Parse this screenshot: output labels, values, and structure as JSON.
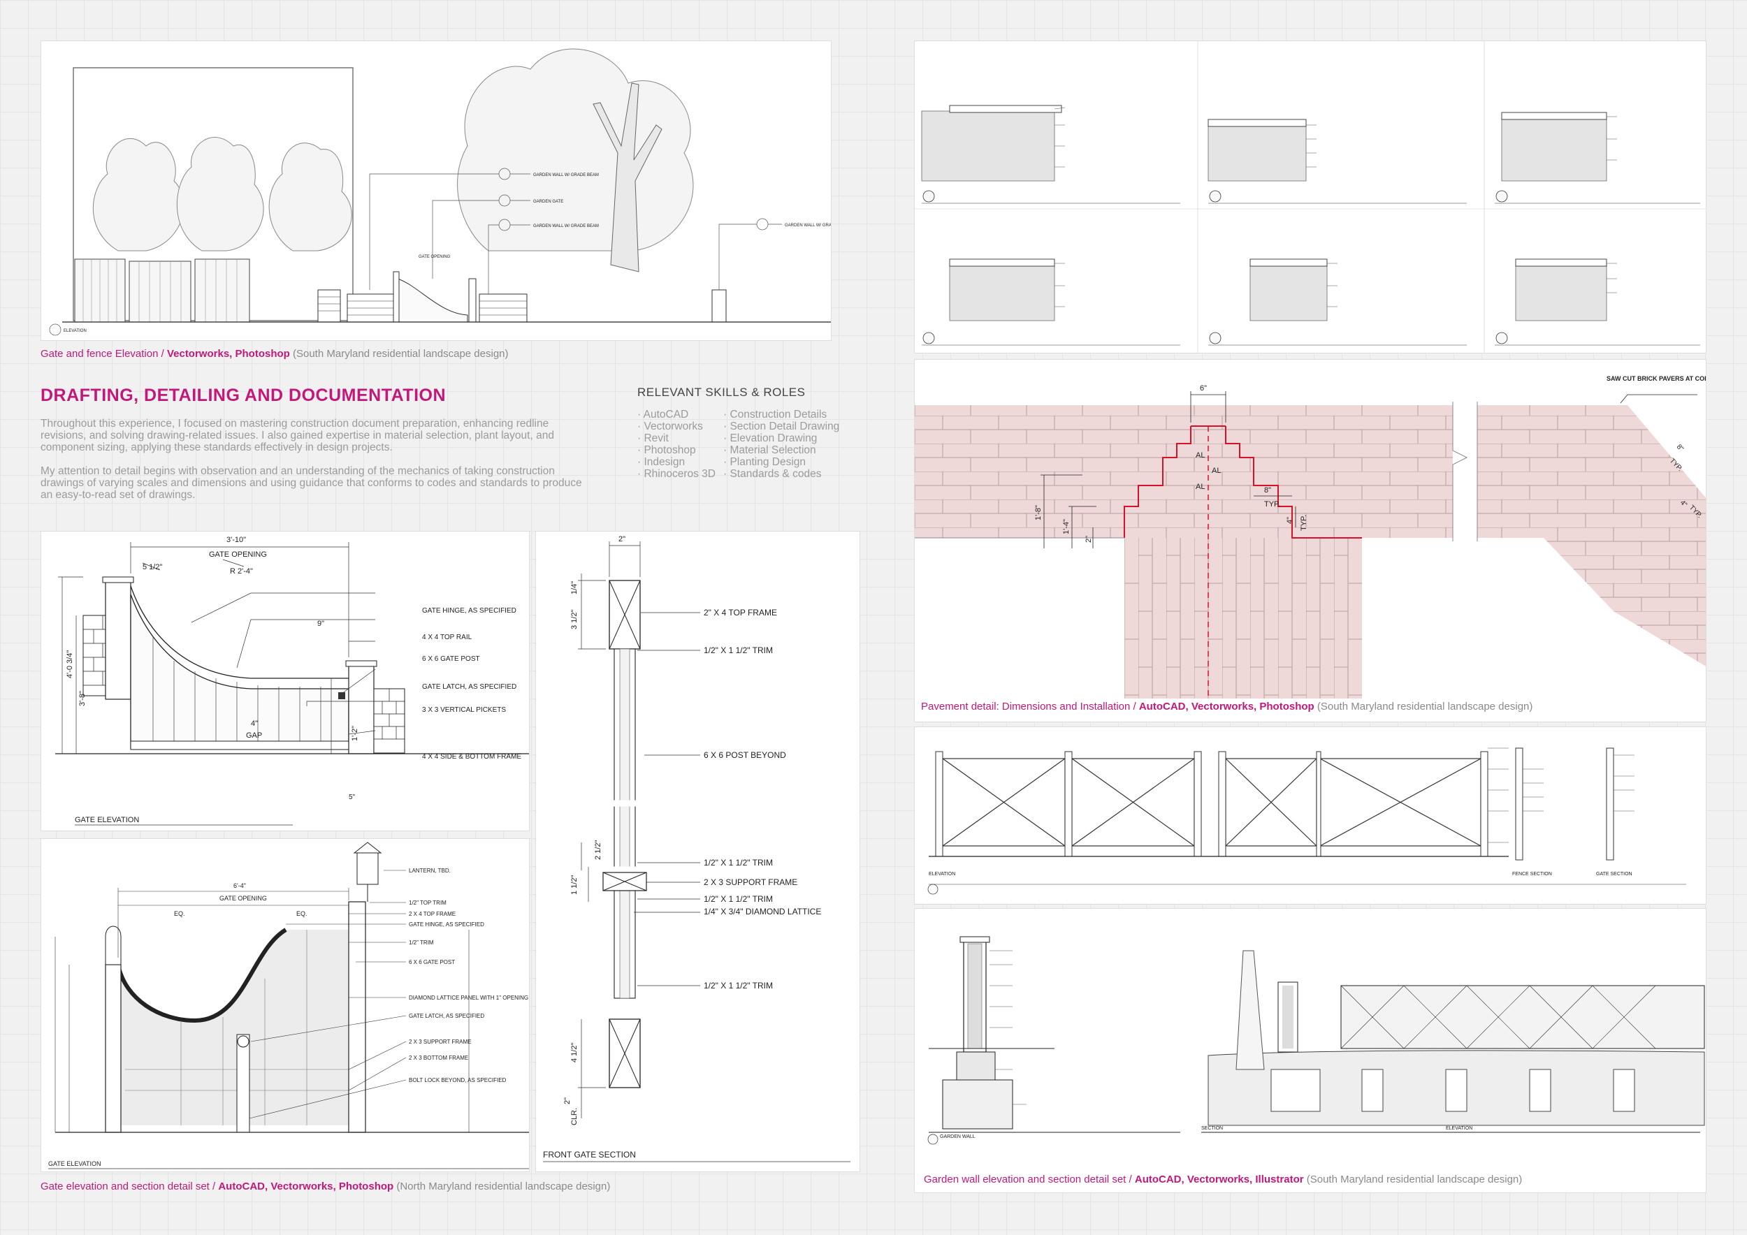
{
  "captions": {
    "top_left": {
      "title": "Gate and fence Elevation / ",
      "tools": "Vectorworks, Photoshop",
      "note": " (South Maryland residential landscape design)"
    },
    "bottom_left": {
      "title": "Gate elevation and section detail set / ",
      "tools": "AutoCAD, Vectorworks, Photoshop",
      "note": " (North Maryland residential landscape design)"
    },
    "pavement": {
      "title": "Pavement detail: Dimensions and Installation / ",
      "tools": "AutoCAD, Vectorworks, Photoshop",
      "note": " (South Maryland residential landscape design)"
    },
    "garden_wall": {
      "title": "Garden wall elevation and section detail set / ",
      "tools": "AutoCAD, Vectorworks, Illustrator",
      "note": " (South Maryland residential landscape design)"
    }
  },
  "section": {
    "heading": "DRAFTING, DETAILING AND DOCUMENTATION",
    "paragraph1": "Throughout this experience, I focused on mastering construction document preparation, enhancing redline revisions, and solving drawing-related issues. I also gained expertise in material selection, plant layout, and component sizing, applying these standards effectively in design projects.",
    "paragraph2": "My attention to detail begins with observation and an understanding of the mechanics of taking construction drawings of varying scales and dimensions and using guidance that conforms to codes and standards to produce an easy-to-read set of drawings."
  },
  "skills": {
    "title": "RELEVANT SKILLS & ROLES",
    "software": [
      "AutoCAD",
      "Vectorworks",
      "Revit",
      "Photoshop",
      "Indesign",
      "Rhinoceros 3D"
    ],
    "roles": [
      "Construction Details",
      "Section Detail Drawing",
      "Elevation Drawing",
      "Material Selection",
      "Planting Design",
      "Standards & codes"
    ]
  },
  "gate_elevation": {
    "title": "GATE ELEVATION",
    "width_dim": "3'-10\"",
    "opening": "GATE OPENING",
    "dim_5": "5 1/2\"",
    "radius": "R 2'-4\"",
    "dim_9": "9\"",
    "dim_4": "4\"",
    "gap": "GAP",
    "height_dim": "4'-0 3/4\"",
    "dim_3_8": "3'-8\"",
    "dim_1_2": "1'-2\"",
    "dim_5b": "5\"",
    "notes": [
      "GATE HINGE, AS SPECIFIED",
      "4 X 4 TOP RAIL",
      "6 X 6 GATE POST",
      "GATE LATCH, AS SPECIFIED",
      "3 X 3 VERTICAL PICKETS",
      "4 X 4 SIDE & BOTTOM FRAME"
    ]
  },
  "gate_section": {
    "title": "FRONT GATE SECTION",
    "width_dim": "2\"",
    "dims": [
      "1/4\"",
      "3 1/2\"",
      "2 1/2\"",
      "1 1/2\"",
      "4 1/2\"",
      "2\"",
      "CLR."
    ],
    "notes": [
      "2\" X 4 TOP FRAME",
      "1/2\" X 1 1/2\" TRIM",
      "6 X 6 POST BEYOND",
      "1/2\" X 1 1/2\" TRIM",
      "2 X 3 SUPPORT FRAME",
      "1/2\" X 1 1/2\" TRIM",
      "1/4\" X 3/4\" DIAMOND LATTICE",
      "1/2\" X 1 1/2\" TRIM"
    ]
  },
  "gate_elevation_2": {
    "title": "GATE ELEVATION",
    "width_dim": "6'-4\"",
    "opening": "GATE OPENING",
    "eq": "EQ.",
    "notes": [
      "LANTERN, TBD.",
      "1/2\" TOP TRIM",
      "2 X 4 TOP FRAME",
      "GATE HINGE, AS SPECIFIED",
      "1/2\" TRIM",
      "6 X 6 GATE POST",
      "DIAMOND LATTICE PANEL WITH 1\" OPENING",
      "GATE LATCH, AS SPECIFIED",
      "2 X 3 SUPPORT FRAME",
      "2 X 3 BOTTOM FRAME",
      "BOLT LOCK BEYOND, AS SPECIFIED"
    ]
  },
  "pavement": {
    "al": "AL",
    "typ": "TYP.",
    "dim_6": "6\"",
    "dim_8": "8\"",
    "dim_4": "4\"",
    "dim_1_8": "1'-8\"",
    "dim_1_4": "1'-4\"",
    "dim_2": "2\"",
    "saw_cut": "SAW CUT BRICK PAVERS AT CORNER"
  },
  "elevation_top": {
    "garden_gate": "GARDEN GATE",
    "garden_wall": "GARDEN WALL W/ GRADE BEAM",
    "gate_opening": "GATE OPENING",
    "elevation_label": "ELEVATION"
  },
  "garden_wall": {
    "labels": [
      "GARDEN WALL",
      "SECTION",
      "ELEVATION"
    ]
  },
  "fence": {
    "labels": [
      "ELEVATION",
      "FENCE SECTION",
      "GATE SECTION"
    ]
  },
  "colors": {
    "accent": "#c2187a",
    "brick_fill": "#eed9d8",
    "highlight_red": "#d6112a"
  }
}
